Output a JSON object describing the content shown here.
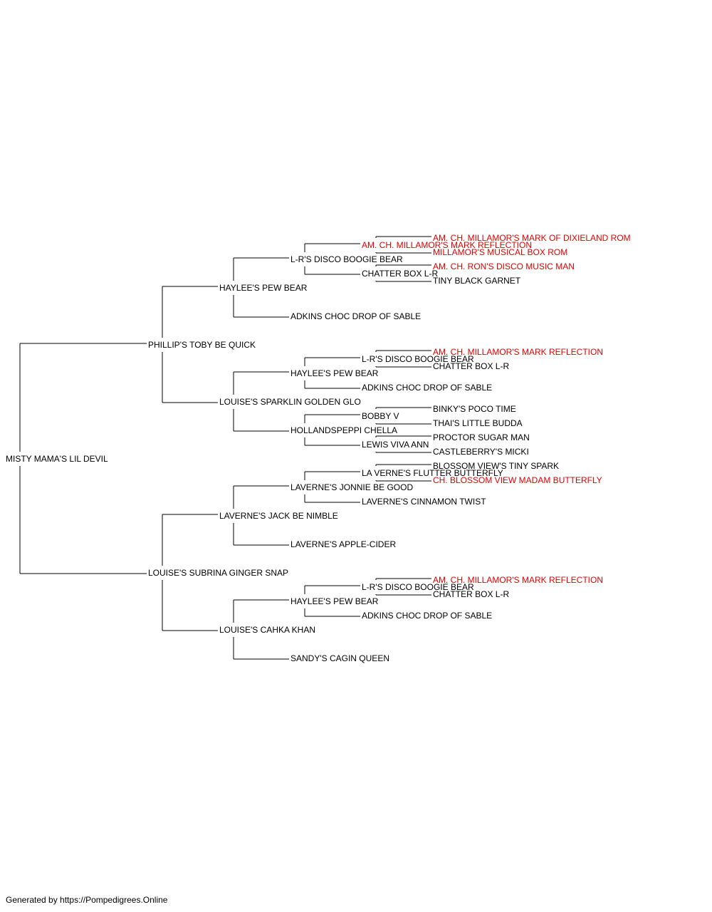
{
  "footer": "Generated by https://Pompedigrees.Online",
  "colors": {
    "text": "#000000",
    "champion": "#e00000",
    "line": "#000000"
  },
  "pedigree": {
    "name": "MISTY MAMA'S LIL DEVIL",
    "sire": {
      "name": "PHILLIP'S TOBY BE QUICK",
      "sire": {
        "name": "HAYLEE'S PEW BEAR",
        "sire": {
          "name": "L-R'S DISCO BOOGIE BEAR",
          "sire": {
            "name": "AM. CH. MILLAMOR'S MARK REFLECTION",
            "champion": true,
            "sire": {
              "name": "AM. CH. MILLAMOR'S MARK OF DIXIELAND ROM",
              "champion": true
            },
            "dam": {
              "name": "MILLAMOR'S MUSICAL BOX ROM",
              "champion": true
            }
          },
          "dam": {
            "name": "CHATTER BOX L-R",
            "sire": {
              "name": "AM. CH. RON'S DISCO MUSIC MAN",
              "champion": true
            },
            "dam": {
              "name": "TINY BLACK GARNET"
            }
          }
        },
        "dam": {
          "name": "ADKINS CHOC DROP OF SABLE"
        }
      },
      "dam": {
        "name": "LOUISE'S SPARKLIN GOLDEN GLO",
        "sire": {
          "name": "HAYLEE'S PEW BEAR",
          "sire": {
            "name": "L-R'S DISCO BOOGIE BEAR",
            "sire": {
              "name": "AM. CH. MILLAMOR'S MARK REFLECTION",
              "champion": true
            },
            "dam": {
              "name": "CHATTER BOX L-R"
            }
          },
          "dam": {
            "name": "ADKINS CHOC DROP OF SABLE"
          }
        },
        "dam": {
          "name": "HOLLANDSPEPPI CHELLA",
          "sire": {
            "name": "BOBBY V",
            "sire": {
              "name": "BINKY'S POCO TIME"
            },
            "dam": {
              "name": "THAI'S LITTLE BUDDA"
            }
          },
          "dam": {
            "name": "LEWIS VIVA ANN",
            "sire": {
              "name": "PROCTOR SUGAR MAN"
            },
            "dam": {
              "name": "CASTLEBERRY'S MICKI"
            }
          }
        }
      }
    },
    "dam": {
      "name": "LOUISE'S SUBRINA GINGER SNAP",
      "sire": {
        "name": "LAVERNE'S JACK BE NIMBLE",
        "sire": {
          "name": "LAVERNE'S JONNIE BE GOOD",
          "sire": {
            "name": "LA VERNE'S FLUTTER BUTTERFLY",
            "sire": {
              "name": "BLOSSOM VIEW'S TINY SPARK"
            },
            "dam": {
              "name": "CH. BLOSSOM VIEW MADAM BUTTERFLY",
              "champion": true
            }
          },
          "dam": {
            "name": "LAVERNE'S CINNAMON TWIST"
          }
        },
        "dam": {
          "name": "LAVERNE'S APPLE-CIDER"
        }
      },
      "dam": {
        "name": "LOUISE'S CAHKA KHAN",
        "sire": {
          "name": "HAYLEE'S PEW BEAR",
          "sire": {
            "name": "L-R'S DISCO BOOGIE BEAR",
            "sire": {
              "name": "AM. CH. MILLAMOR'S MARK REFLECTION",
              "champion": true
            },
            "dam": {
              "name": "CHATTER BOX L-R"
            }
          },
          "dam": {
            "name": "ADKINS CHOC DROP OF SABLE"
          }
        },
        "dam": {
          "name": "SANDY'S CAGIN QUEEN"
        }
      }
    }
  }
}
